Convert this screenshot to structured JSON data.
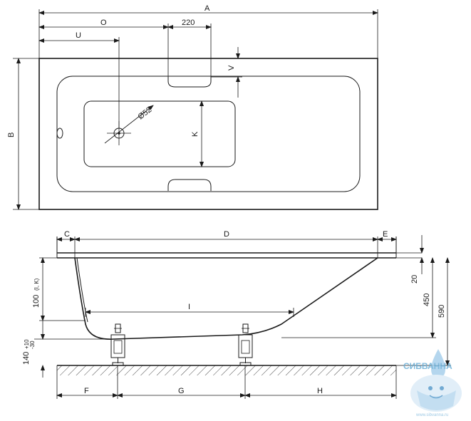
{
  "dimensions": {
    "A": "A",
    "O": "O",
    "handle_width": "220",
    "U": "U",
    "V": "V",
    "B": "B",
    "drain": "Ø52",
    "K": "K",
    "C": "C",
    "D": "D",
    "E": "E",
    "rim": "20",
    "depth": "450",
    "height": "590",
    "I": "I",
    "overflow": "100",
    "overflow_note": "(I, K)",
    "foot_height": "140",
    "foot_tol_plus": "+10",
    "foot_tol_minus": "-30",
    "F": "F",
    "G": "G",
    "H": "H"
  },
  "watermark": {
    "brand": "СИБВАННА",
    "url": "www.sibvanna.ru"
  }
}
